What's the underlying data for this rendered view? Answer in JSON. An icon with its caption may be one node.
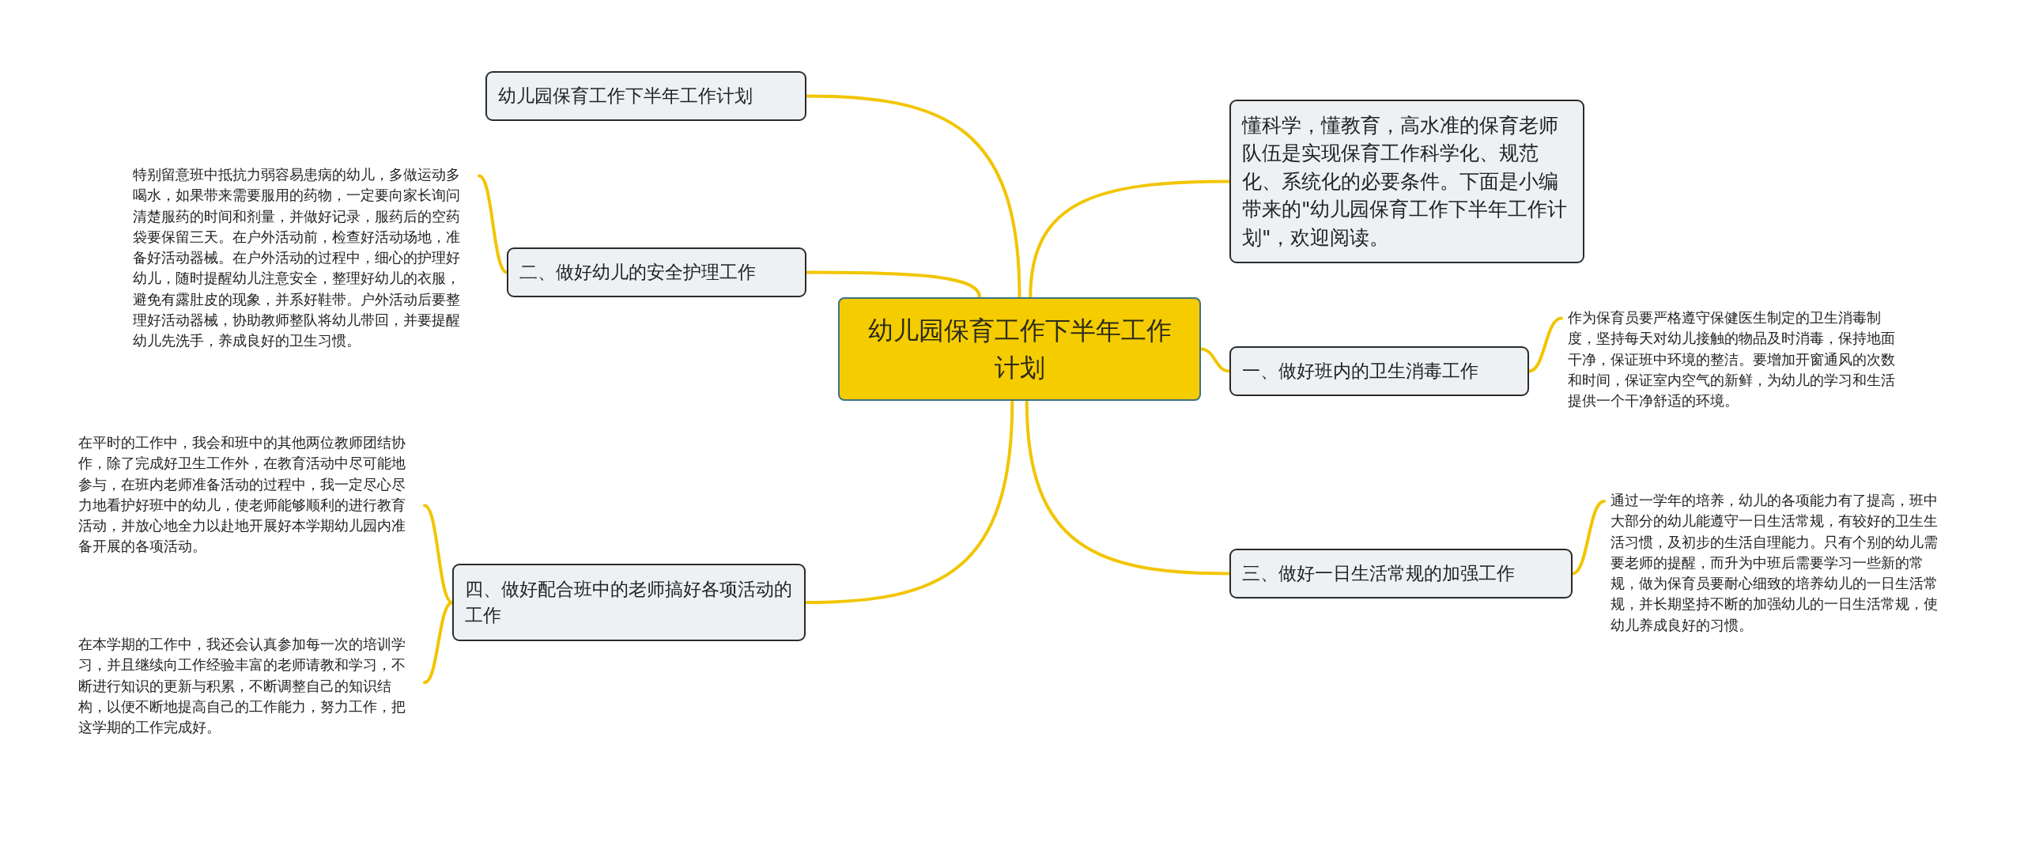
{
  "diagram": {
    "nodes": [
      {
        "text": [
          "幼儿园保育工作下半年工作计划"
        ]
      },
      {
        "text": [
          "幼儿园保育工作下半年工作计划"
        ]
      },
      {
        "text": [
          "二、做好幼儿的安全护理工作"
        ]
      },
      {
        "text": [
          "特别留意班中抵抗力弱容易患病的幼儿，多做运动多喝水，如果带来需要服用的药物，一定要向家长询问清楚服药的时间和剂量，并做好记录，服药后的空药袋要保留三天。在户外活动前，检查好活动场地，准备好活动器械。在户外活动的过程中，细心的护理好幼儿，随时提醒幼儿注意安全，整理好幼儿的衣服，避免有露肚皮的现象，并系好鞋带。户外活动后要整理好活动器械，协助教师整队将幼儿带回，并要提醒幼儿先洗手，养成良好的卫生习惯。"
        ]
      },
      {
        "text": [
          "四、做好配合班中的老师搞好各项活动的工作"
        ]
      },
      {
        "text": [
          "在平时的工作中，我会和班中的其他两位教师团结协作，除了完成好卫生工作外，在教育活动中尽可能地参与，在班内老师准备活动的过程中，我一定尽心尽力地看护好班中的幼儿，使老师能够顺利的进行教育活动，并放心地全力以赴地开展好本学期幼儿园内准备开展的各项活动。"
        ]
      },
      {
        "text": [
          "在本学期的工作中，我还会认真参加每一次的培训学习，并且继续向工作经验丰富的老师请教和学习，不断进行知识的更新与积累，不断调整自己的知识结构，以便不断地提高自己的工作能力，努力工作，把这学期的工作完成好。"
        ]
      },
      {
        "text": [
          "懂科学，懂教育，高水准的保育老师队伍是实现保育工作科学化、规范化、系统化的必要条件。下面是小编带来的\"幼儿园保育工作下半年工作计划\"，欢迎阅读。"
        ]
      },
      {
        "text": [
          "一、做好班内的卫生消毒工作"
        ]
      },
      {
        "text": [
          "作为保育员要严格遵守保健医生制定的卫生消毒制度，坚持每天对幼儿接触的物品及时消毒，保持地面干净，保证班中环境的整洁。要增加开窗通风的次数和时间，保证室内空气的新鲜，为幼儿的学习和生活提供一个干净舒适的环境。"
        ]
      },
      {
        "text": [
          "三、做好一日生活常规的加强工作"
        ]
      },
      {
        "text": [
          "通过一学年的培养，幼儿的各项能力有了提高，班中大部分的幼儿能遵守一日生活常规，有较好的卫生生活习惯，及初步的生活自理能力。只有个别的幼儿需要老师的提醒，而升为中班后需要学习一些新的常规，做为保育员要耐心细致的培养幼儿的一日生活常规，并长期坚持不断的加强幼儿的一日生活常规，使幼儿养成良好的习惯。"
        ]
      }
    ],
    "edges": [
      {
        "from": 0,
        "to": 1,
        "arrow": "none"
      },
      {
        "from": 0,
        "to": 2,
        "arrow": "none"
      },
      {
        "from": 2,
        "to": 3,
        "arrow": "none"
      },
      {
        "from": 0,
        "to": 4,
        "arrow": "none"
      },
      {
        "from": 4,
        "to": 5,
        "arrow": "none"
      },
      {
        "from": 4,
        "to": 6,
        "arrow": "none"
      },
      {
        "from": 0,
        "to": 7,
        "arrow": "none"
      },
      {
        "from": 0,
        "to": 8,
        "arrow": "none"
      },
      {
        "from": 8,
        "to": 9,
        "arrow": "none"
      },
      {
        "from": 0,
        "to": 10,
        "arrow": "none"
      },
      {
        "from": 10,
        "to": 11,
        "arrow": "none"
      }
    ]
  }
}
